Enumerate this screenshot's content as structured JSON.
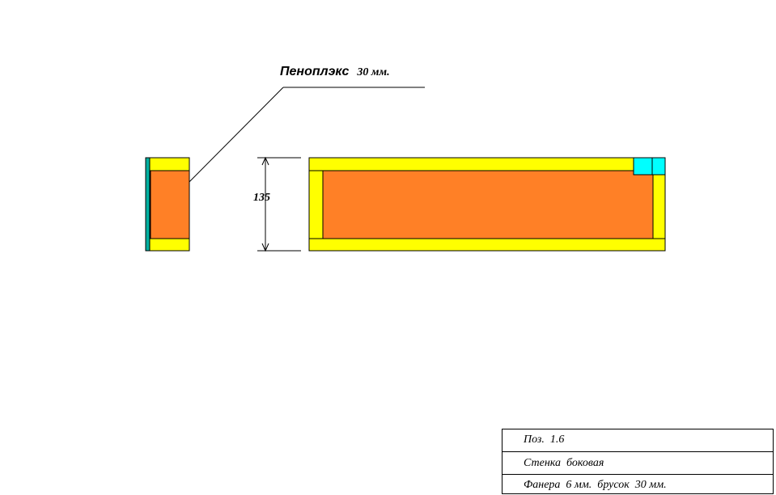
{
  "callout": {
    "material": "Пеноплэкс",
    "thickness": "30 мм."
  },
  "dimension": {
    "height_value": "135"
  },
  "colors": {
    "frame": "#ffff00",
    "foam": "#ff8026",
    "plywood_edge": "#00b0a0",
    "corner": "#00ffff",
    "line": "#000000"
  },
  "title_block": {
    "position": "Поз.  1.6",
    "name": "Стенка  боковая",
    "material": "Фанера  6 мм.  брусок  30 мм."
  }
}
